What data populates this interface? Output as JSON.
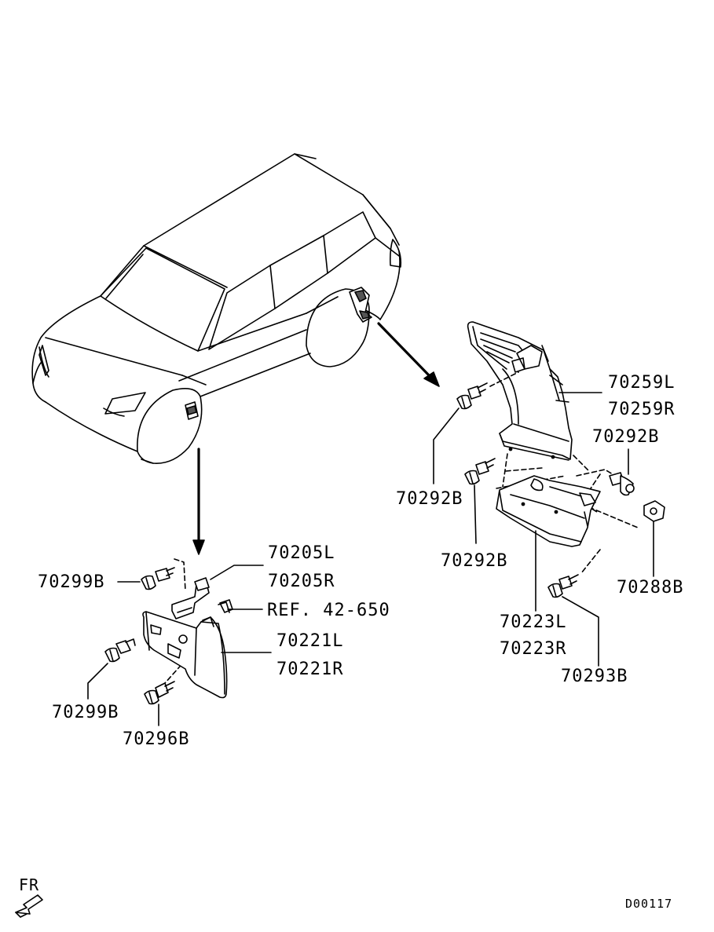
{
  "labels": {
    "p70205L": "70205L",
    "p70205R": "70205R",
    "p70299B_top": "70299B",
    "ref": "REF. 42-650",
    "p70221L": "70221L",
    "p70221R": "70221R",
    "p70299B_bot": "70299B",
    "p70296B": "70296B",
    "p70259L": "70259L",
    "p70259R": "70259R",
    "p70292B_a": "70292B",
    "p70292B_b": "70292B",
    "p70292B_c": "70292B",
    "p70288B": "70288B",
    "p70223L": "70223L",
    "p70223R": "70223R",
    "p70293B": "70293B",
    "fr": "FR",
    "code": "D00117"
  }
}
